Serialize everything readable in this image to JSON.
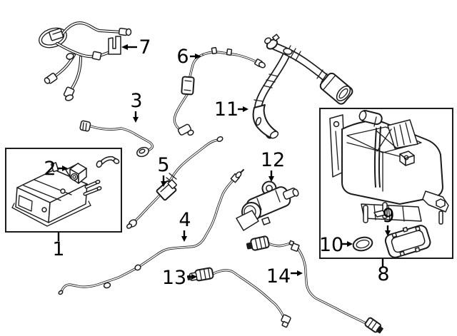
{
  "diagram": {
    "kind": "exploded-parts-line-diagram",
    "background_color": "#ffffff",
    "line_color": "#1b1b1b",
    "label_color": "#000000",
    "callouts": {
      "n1": "1",
      "n2": "2",
      "n3": "3",
      "n4": "4",
      "n5": "5",
      "n6": "6",
      "n7": "7",
      "n8": "8",
      "n9": "9",
      "n10": "10",
      "n11": "11",
      "n12": "12",
      "n13": "13",
      "n14": "14"
    }
  }
}
